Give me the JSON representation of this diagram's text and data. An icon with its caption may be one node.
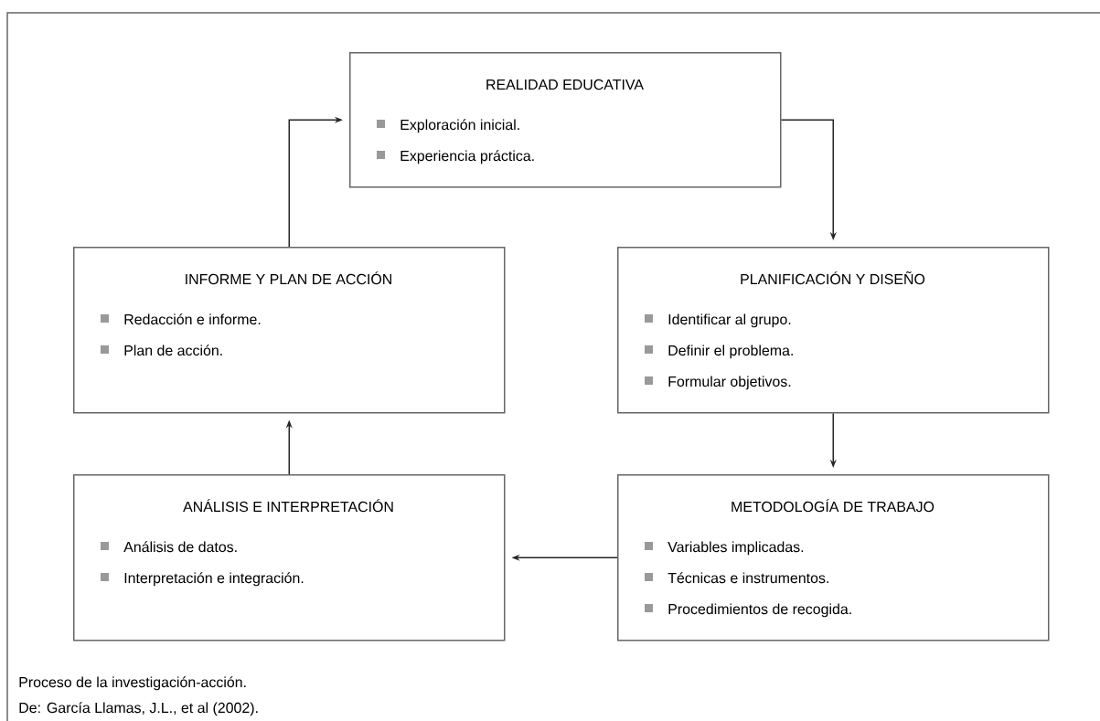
{
  "diagram": {
    "caption": "Proceso de la investigación-acción.",
    "nodes": [
      {
        "text": [
          "REALIDAD EDUCATIVA",
          "Exploración inicial.",
          "Experiencia práctica."
        ]
      },
      {
        "text": [
          "PLANIFICACIÓN Y DISEÑO",
          "Identificar al grupo.",
          "Definir el problema.",
          "Formular objetivos."
        ]
      },
      {
        "text": [
          "METODOLOGÍA DE TRABAJO",
          "Variables implicadas.",
          "Técnicas e instrumentos.",
          "Procedimientos de recogida."
        ]
      },
      {
        "text": [
          "ANÁLISIS E INTERPRETACIÓN",
          "Análisis de datos.",
          "Interpretación e integración."
        ]
      },
      {
        "text": [
          "INFORME Y PLAN DE ACCIÓN",
          "Redacción e informe.",
          "Plan de acción."
        ]
      }
    ],
    "edges": [
      {
        "from": 0,
        "to": 1,
        "arrow": "to"
      },
      {
        "from": 1,
        "to": 2,
        "arrow": "to"
      },
      {
        "from": 2,
        "to": 3,
        "arrow": "to"
      },
      {
        "from": 3,
        "to": 4,
        "arrow": "to"
      },
      {
        "from": 4,
        "to": 0,
        "arrow": "to"
      }
    ],
    "labels": [
      "De: García Llamas, J.L., et al (2002)."
    ]
  }
}
